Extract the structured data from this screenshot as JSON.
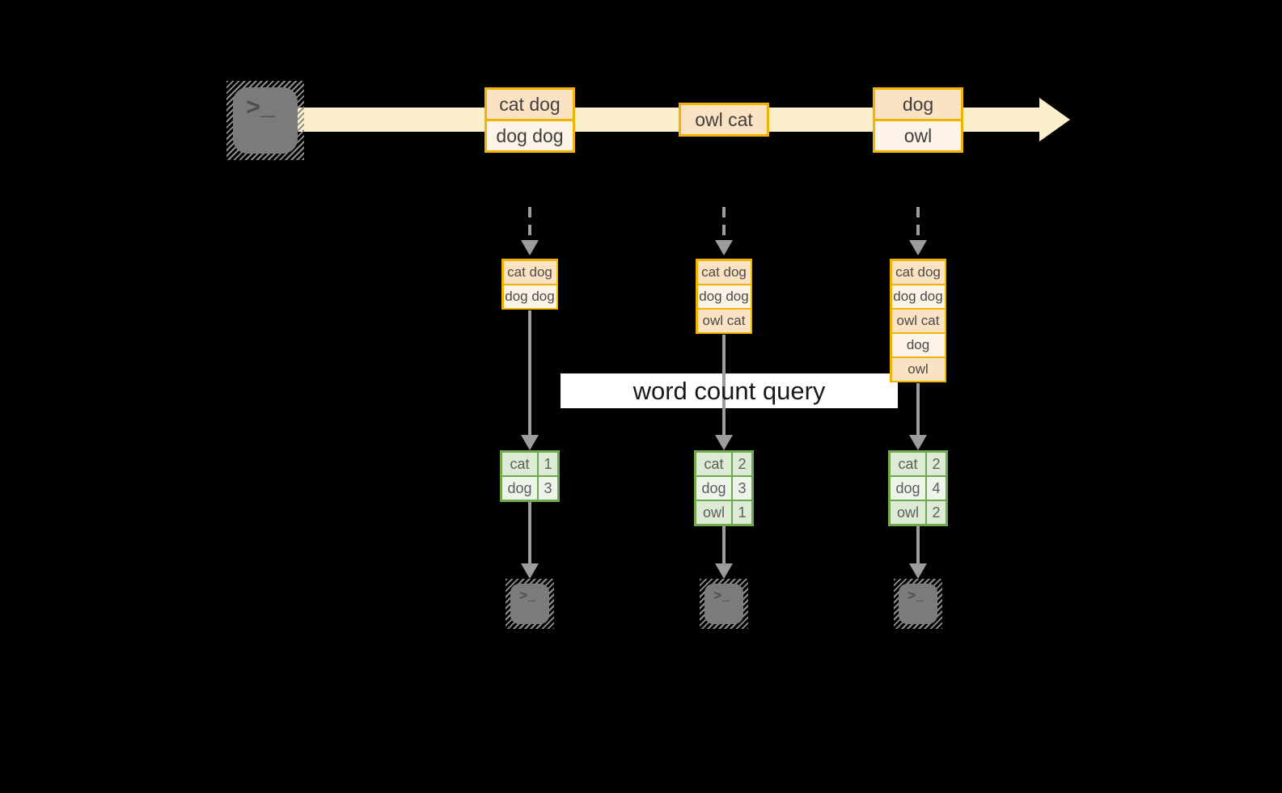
{
  "query_label": "word count query",
  "prompt_glyph": ">_",
  "stream": {
    "batches": [
      {
        "items": [
          "cat dog",
          "dog dog"
        ]
      },
      {
        "items": [
          "owl cat"
        ]
      },
      {
        "items": [
          "dog",
          "owl"
        ]
      }
    ]
  },
  "micro_batches": [
    {
      "input": [
        "cat dog",
        "dog dog"
      ],
      "word_counts": [
        {
          "word": "cat",
          "count": 1
        },
        {
          "word": "dog",
          "count": 3
        }
      ]
    },
    {
      "input": [
        "cat dog",
        "dog dog",
        "owl cat"
      ],
      "word_counts": [
        {
          "word": "cat",
          "count": 2
        },
        {
          "word": "dog",
          "count": 3
        },
        {
          "word": "owl",
          "count": 1
        }
      ]
    },
    {
      "input": [
        "cat dog",
        "dog dog",
        "owl cat",
        "dog",
        "owl"
      ],
      "word_counts": [
        {
          "word": "cat",
          "count": 2
        },
        {
          "word": "dog",
          "count": 4
        },
        {
          "word": "owl",
          "count": 2
        }
      ]
    }
  ],
  "colors": {
    "stream_arrow": "#fbf0cb",
    "batch_border": "#f2b200",
    "cell_peach": "#fbe2c2",
    "cell_cream": "#fdf3e6",
    "table_border": "#70a84e",
    "table_cell_dark": "#deebd4",
    "table_cell_light": "#edf4e9",
    "arrow_gray": "#9c9c9c",
    "label_background": "#ffffff"
  }
}
